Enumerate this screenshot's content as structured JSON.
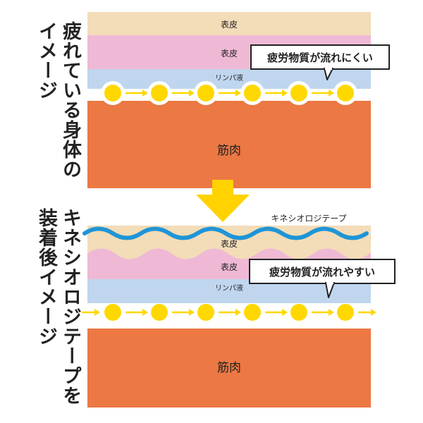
{
  "before": {
    "title_lines": [
      "疲れている身体の",
      "イメージ"
    ],
    "layers": {
      "skin1": "表皮",
      "skin2": "表皮",
      "lymph": "リンパ液",
      "muscle": "筋肉"
    },
    "callout": "疲労物質が流れにくい",
    "colors": {
      "skin1": "#f3dcb8",
      "skin2": "#efb9d5",
      "lymph": "#bfd6ee",
      "muscle": "#ec7843",
      "dot": "#ffd800",
      "arrow": "#ffd800"
    }
  },
  "transition": {
    "arrow_color": "#ffd200"
  },
  "after": {
    "title_lines": [
      "キネシオロジテープを",
      "装着後イメージ"
    ],
    "tape_label": "キネシオロジテープ",
    "layers": {
      "skin1": "表皮",
      "skin2": "表皮",
      "lymph": "リンパ液",
      "muscle": "筋肉"
    },
    "callout": "疲労物質が流れやすい",
    "colors": {
      "tape": "#1f95d6",
      "skin1": "#f3dcb8",
      "skin2": "#efb9d5",
      "lymph": "#bfd6ee",
      "muscle": "#ec7843",
      "dot": "#ffd800",
      "arrow": "#ffd800"
    }
  }
}
